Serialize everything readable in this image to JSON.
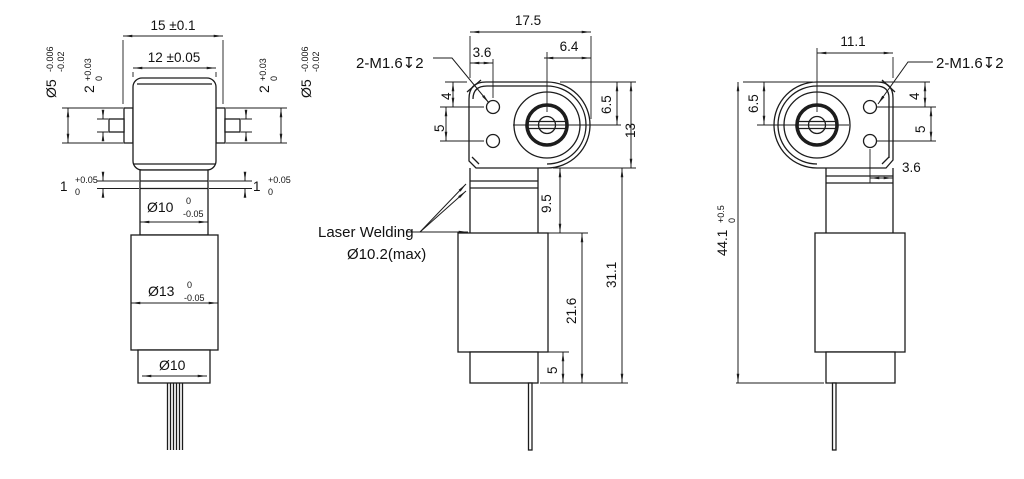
{
  "callouts": {
    "thread": "2-M1.6↧2",
    "laser_welding": "Laser Welding",
    "weld_dia": "Ø10.2(max)"
  },
  "left_view": {
    "overall_width": "15 ±0.1",
    "body_width": "12 ±0.05",
    "boss_dia": "Ø5",
    "boss_tol_upper": "-0.006",
    "boss_tol_lower": "-0.02",
    "shaft_dia": "2",
    "shaft_tol_upper": "+0.03",
    "shaft_tol_lower": "0",
    "plate_thk": "1",
    "plate_tol_upper": "+0.05",
    "plate_tol_lower": "0",
    "neck_dia": "Ø10",
    "neck_tol_upper": "0",
    "neck_tol_lower": "-0.05",
    "gear_dia": "Ø13",
    "gear_tol_upper": "0",
    "gear_tol_lower": "-0.05",
    "cap_dia": "Ø10"
  },
  "middle_view": {
    "head_width": "17.5",
    "hole_offset_x": "3.6",
    "center_offset": "6.4",
    "hole_offset_y": "4",
    "hole_pitch": "5",
    "center_height": "6.5",
    "head_height": "13",
    "neck_height": "9.5",
    "body_height": "21.6",
    "cap_height": "5",
    "lower_height": "31.1"
  },
  "right_view": {
    "center_to_edge": "11.1",
    "center_height": "6.5",
    "hole_offset_y": "4",
    "hole_pitch": "5",
    "hole_offset_x": "3.6",
    "overall_height": "44.1",
    "overall_tol_upper": "+0.5",
    "overall_tol_lower": "0"
  }
}
